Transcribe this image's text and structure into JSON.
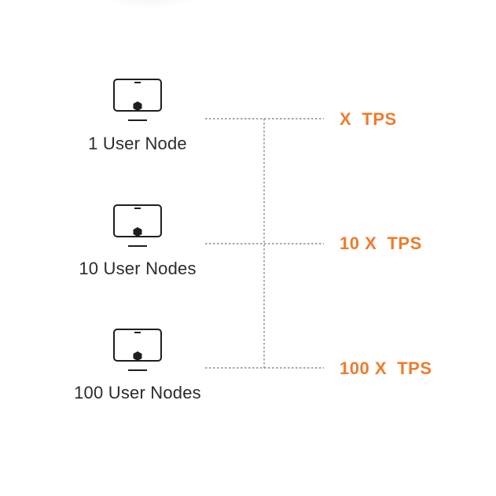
{
  "diagram": {
    "nodes": [
      {
        "label": "1 User Node",
        "icon": "monitor-node-icon",
        "tps": "X  TPS"
      },
      {
        "label": "10 User Nodes",
        "icon": "monitor-node-icon",
        "tps": "10 X  TPS"
      },
      {
        "label": "100 User Nodes",
        "icon": "monitor-node-icon",
        "tps": "100 X  TPS"
      }
    ],
    "colors": {
      "accent": "#f07b2c",
      "text": "#2b2b2b",
      "line": "#8a8a8a"
    }
  }
}
